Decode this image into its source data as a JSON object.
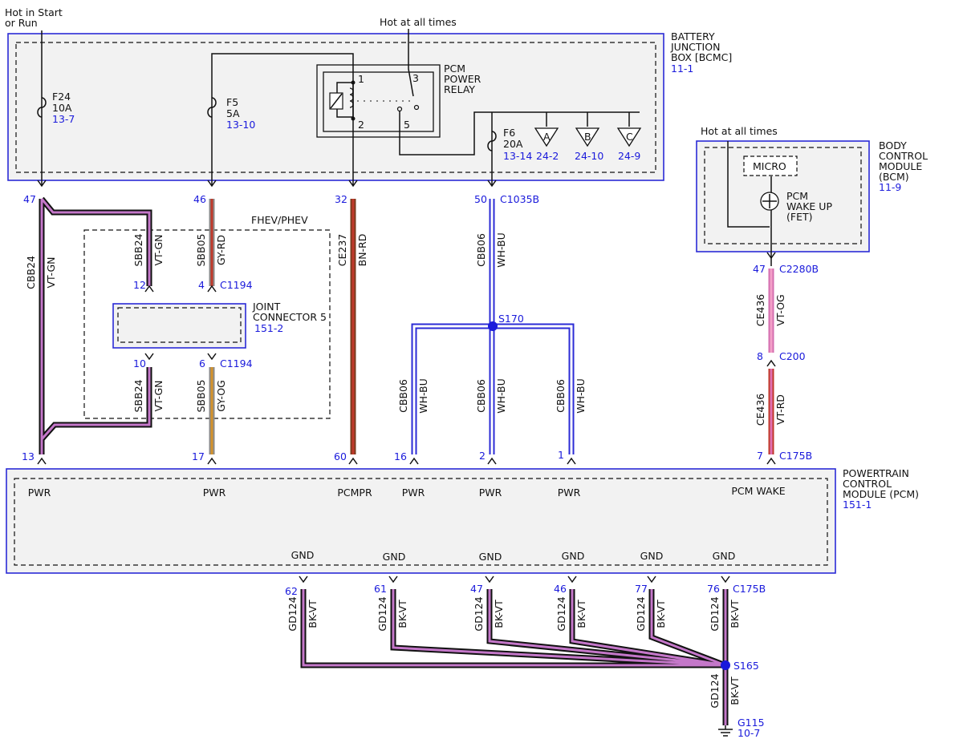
{
  "header": {
    "hot_start_run": [
      "Hot in Start",
      "or Run"
    ],
    "hot_all_times": "Hot at all times",
    "hot_all_times_bcm": "Hot at all times"
  },
  "bjb": {
    "name": [
      "BATTERY",
      "JUNCTION",
      "BOX [BCMC]"
    ],
    "ref": "11-1",
    "fuses": [
      {
        "id": "F24",
        "amp": "10A",
        "ref": "13-7"
      },
      {
        "id": "F5",
        "amp": "5A",
        "ref": "13-10"
      },
      {
        "id": "F6",
        "amp": "20A",
        "ref": "13-14"
      }
    ],
    "relay": {
      "name": [
        "PCM",
        "POWER",
        "RELAY"
      ],
      "pins": [
        "1",
        "2",
        "3",
        "5"
      ]
    },
    "offpage": [
      {
        "letter": "A",
        "ref": "24-2"
      },
      {
        "letter": "B",
        "ref": "24-10"
      },
      {
        "letter": "C",
        "ref": "24-9"
      }
    ]
  },
  "bcm": {
    "name": [
      "BODY",
      "CONTROL",
      "MODULE",
      "(BCM)"
    ],
    "ref": "11-9",
    "micro": "MICRO",
    "fet": [
      "PCM",
      "WAKE UP",
      "(FET)"
    ]
  },
  "fhev": "FHEV/PHEV",
  "joint": {
    "name": [
      "JOINT",
      "CONNECTOR 5"
    ],
    "ref": "151-2"
  },
  "pcm": {
    "name": [
      "POWERTRAIN",
      "CONTROL",
      "MODULE (PCM)"
    ],
    "ref": "151-1",
    "inputs": [
      "PWR",
      "PWR",
      "PCMPR",
      "PWR",
      "PWR",
      "PWR",
      "PCM WAKE"
    ],
    "gnd_label": "GND"
  },
  "pins": {
    "top": [
      "47",
      "46",
      "32",
      "50"
    ],
    "bottom": [
      "13",
      "17",
      "60",
      "16",
      "2",
      "1",
      "7"
    ],
    "joint_top": [
      "12",
      "4"
    ],
    "joint_bottom": [
      "10",
      "6"
    ],
    "bcm": [
      "47",
      "8"
    ],
    "gnd": [
      "62",
      "61",
      "47",
      "46",
      "77",
      "76"
    ]
  },
  "connectors": {
    "c1035b": "C1035B",
    "c1194_a": "C1194",
    "c1194_b": "C1194",
    "c2280b": "C2280B",
    "c200": "C200",
    "c175b_a": "C175B",
    "c175b_b": "C175B"
  },
  "wires": {
    "cbb24": {
      "circuit": "CBB24",
      "color": "VT-GN"
    },
    "sbb24_a": {
      "circuit": "SBB24",
      "color": "VT-GN"
    },
    "sbb24_b": {
      "circuit": "SBB24",
      "color": "VT-GN"
    },
    "sbb05_a": {
      "circuit": "SBB05",
      "color": "GY-RD"
    },
    "sbb05_b": {
      "circuit": "SBB05",
      "color": "GY-OG"
    },
    "ce237": {
      "circuit": "CE237",
      "color": "BN-RD"
    },
    "cbb06_main": {
      "circuit": "CBB06",
      "color": "WH-BU"
    },
    "cbb06_l": {
      "circuit": "CBB06",
      "color": "WH-BU"
    },
    "cbb06_m": {
      "circuit": "CBB06",
      "color": "WH-BU"
    },
    "cbb06_r": {
      "circuit": "CBB06",
      "color": "WH-BU"
    },
    "ce436_a": {
      "circuit": "CE436",
      "color": "VT-OG"
    },
    "ce436_b": {
      "circuit": "CE436",
      "color": "VT-RD"
    },
    "gd124": [
      {
        "circuit": "GD124",
        "color": "BK-VT"
      },
      {
        "circuit": "GD124",
        "color": "BK-VT"
      },
      {
        "circuit": "GD124",
        "color": "BK-VT"
      },
      {
        "circuit": "GD124",
        "color": "BK-VT"
      },
      {
        "circuit": "GD124",
        "color": "BK-VT"
      },
      {
        "circuit": "GD124",
        "color": "BK-VT"
      },
      {
        "circuit": "GD124",
        "color": "BK-VT"
      }
    ]
  },
  "splices": {
    "s170": "S170",
    "s165": "S165"
  },
  "ground": {
    "id": "G115",
    "ref": "10-7"
  },
  "colors": {
    "module_border": "#2b2bd6",
    "module_fill": "#f2f2f2",
    "ref_text": "#1a1adb",
    "vt_gn_outer": "#111111",
    "vt_gn_inner": "#c477c9",
    "gy_rd_outer": "#8a8a8a",
    "gy_rd_inner": "#c0392b",
    "gy_og_outer": "#8a8a8a",
    "gy_og_inner": "#d4922b",
    "bn_rd_outer": "#7a3b1e",
    "bn_rd_inner": "#c0392b",
    "wh_bu_outer": "#2b2bd6",
    "wh_bu_inner": "#ffffff",
    "vt_og_outer": "#d46fb0",
    "vt_og_inner": "#f3a0c8",
    "vt_rd_outer": "#c0392b",
    "vt_rd_inner": "#e06fb0",
    "bk_vt_outer": "#111111",
    "bk_vt_inner": "#c477c9"
  }
}
